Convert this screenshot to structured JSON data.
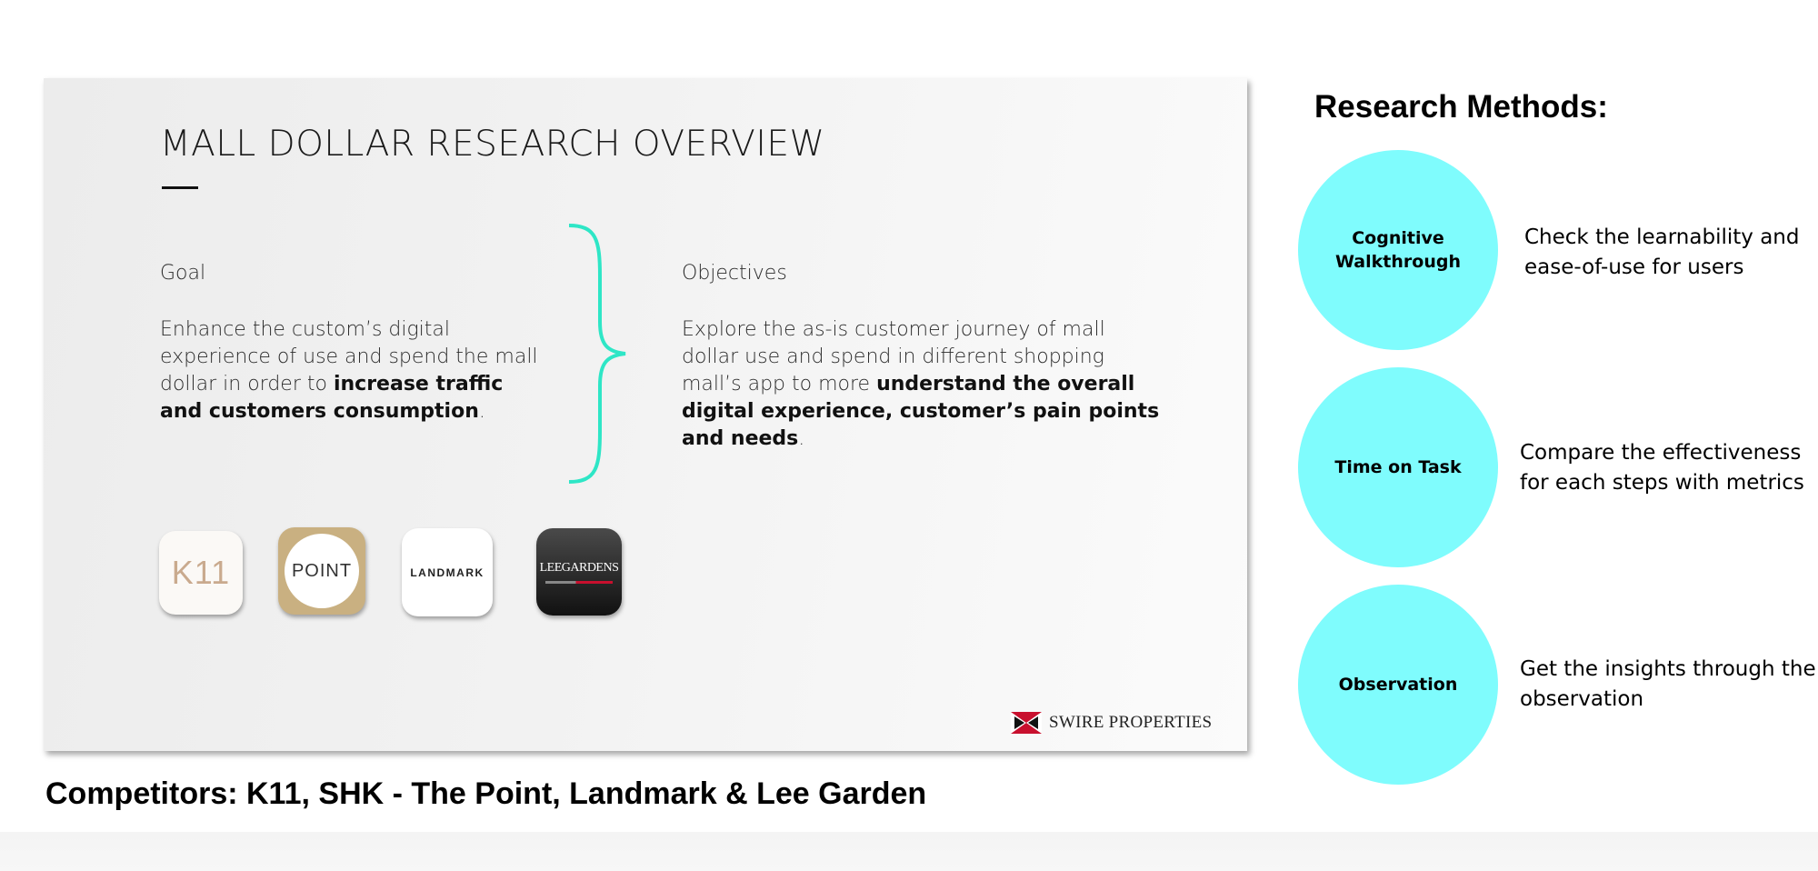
{
  "slide": {
    "title": "MALL DOLLAR RESEARCH OVERVIEW",
    "goal_label": "Goal",
    "goal_text_plain": "Enhance the custom’s digital experience of use and spend the mall dollar in order to ",
    "goal_text_bold": "increase traffic and customers consumption",
    "goal_text_end": ".",
    "objectives_label": "Objectives",
    "objectives_text_plain": "Explore the as-is customer journey of mall dollar use and spend in different shopping mall’s app to more ",
    "objectives_text_bold": "understand the overall digital experience, customer’s pain points and needs",
    "objectives_text_end": ".",
    "apps": {
      "k11": "K11",
      "point": "POINT",
      "landmark": "LANDMARK",
      "leegardens": "LEEGARDENS"
    },
    "brand": "SWIRE PROPERTIES",
    "colors": {
      "brace": "#2ee6c6",
      "swire_red": "#c8102e"
    }
  },
  "caption": "Competitors: K11, SHK - The Point, Landmark & Lee Garden",
  "research_methods": {
    "heading": "Research Methods:",
    "circle_color": "#7ffcfd",
    "items": [
      {
        "name_line1": "Cognitive",
        "name_line2": "Walkthrough",
        "desc_line1": "Check the learnability and",
        "desc_line2": "ease-of-use for users"
      },
      {
        "name_line1": "Time on Task",
        "name_line2": "",
        "desc_line1": "Compare the effectiveness",
        "desc_line2": "for each steps with metrics"
      },
      {
        "name_line1": "Observation",
        "name_line2": "",
        "desc_line1": "Get the insights through the",
        "desc_line2": "observation"
      }
    ]
  }
}
